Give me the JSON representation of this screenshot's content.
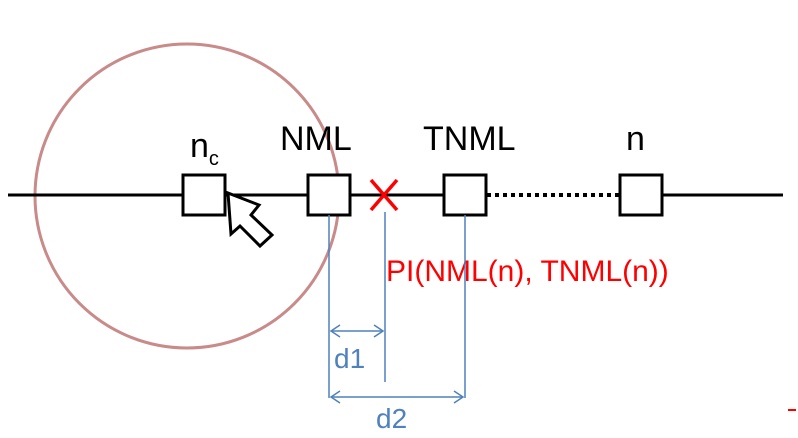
{
  "labels": {
    "node_c_base": "n",
    "node_c_sub": "c",
    "nml": "NML",
    "tnml": "TNML",
    "n": "n",
    "pi": "PI(NML(n), TNML(n))",
    "d1": "d1",
    "d2": "d2"
  },
  "colors": {
    "line": "#000000",
    "circle": "#c98a8a",
    "cross": "#ff0000",
    "pi_text": "#ff0000",
    "dimension": "#4f81bd"
  },
  "icons": {
    "cursor": "mouse-pointer-icon"
  }
}
